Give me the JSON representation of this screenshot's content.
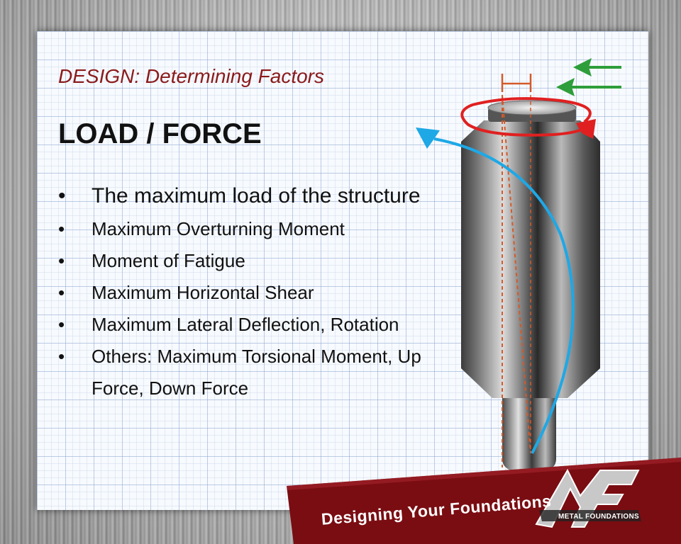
{
  "slide": {
    "subtitle": "DESIGN: Determining Factors",
    "title": "LOAD / FORCE",
    "bullet_glyph": "•",
    "bullets": [
      {
        "text": "The maximum load of the structure"
      },
      {
        "text": "Maximum Overturning Moment"
      },
      {
        "text": "Moment of Fatigue"
      },
      {
        "text": "Maximum Horizontal Shear"
      },
      {
        "text": "Maximum Lateral Deflection, Rotation"
      },
      {
        "text": "Others: Maximum Torsional Moment, Up Force, Down Force"
      }
    ]
  },
  "banner": {
    "tagline": "Designing Your Foundations",
    "brand": "METAL FOUNDATIONS",
    "logo_letters": "MF"
  },
  "colors": {
    "subtitle": "#8b1a1a",
    "banner": "#7a0d12",
    "arrow_green": "#2e9e3a",
    "arrow_red": "#e02020",
    "arrow_blue": "#1ea8e6",
    "deflection_line": "#d35a2a"
  }
}
